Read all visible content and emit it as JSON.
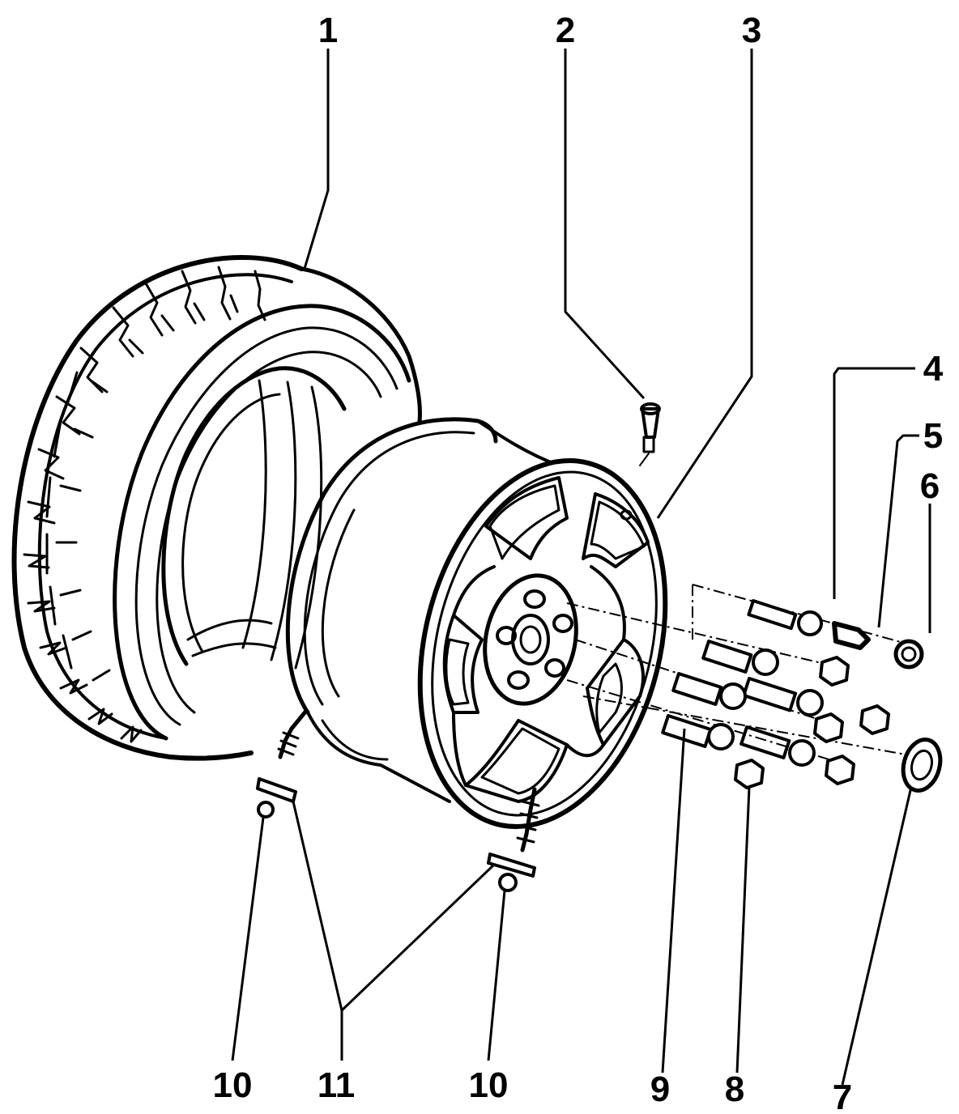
{
  "callouts": {
    "c1": "1",
    "c2": "2",
    "c3": "3",
    "c4": "4",
    "c5": "5",
    "c6": "6",
    "c7": "7",
    "c8": "8",
    "c9": "9",
    "c10a": "10",
    "c10b": "10",
    "c11": "11"
  },
  "colors": {
    "ink": "#000000",
    "paper": "#ffffff"
  }
}
